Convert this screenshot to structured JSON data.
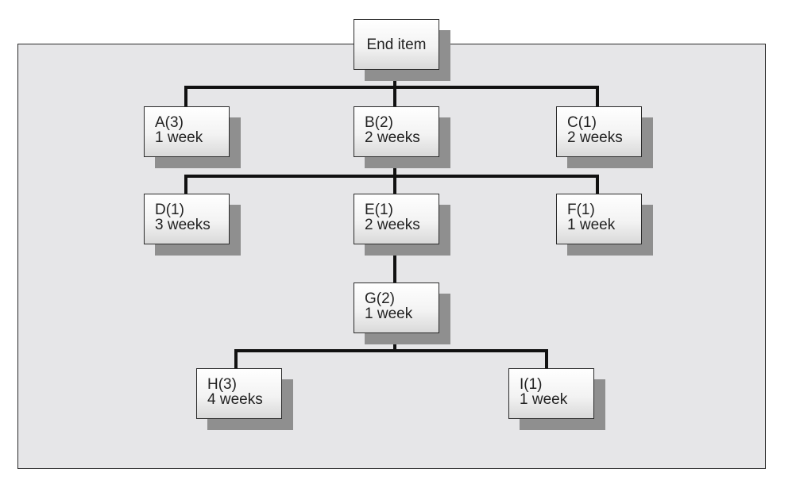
{
  "diagram": {
    "root": {
      "label": "End item"
    },
    "level1": [
      {
        "name": "A(3)",
        "lead": "1 week"
      },
      {
        "name": "B(2)",
        "lead": "2 weeks"
      },
      {
        "name": "C(1)",
        "lead": "2 weeks"
      }
    ],
    "level2": [
      {
        "name": "D(1)",
        "lead": "3 weeks"
      },
      {
        "name": "E(1)",
        "lead": "2 weeks"
      },
      {
        "name": "F(1)",
        "lead": "1 week"
      }
    ],
    "level3": [
      {
        "name": "G(2)",
        "lead": "1 week"
      }
    ],
    "level4": [
      {
        "name": "H(3)",
        "lead": "4 weeks"
      },
      {
        "name": "I(1)",
        "lead": "1 week"
      }
    ]
  }
}
